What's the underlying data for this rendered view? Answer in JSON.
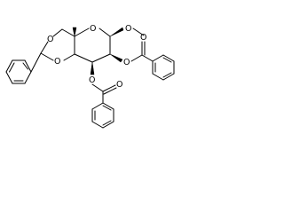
{
  "structure": {
    "atoms": {
      "ring_oxygen": "O",
      "methoxy_oxygen": "O",
      "acetal_oxygen_top": "O",
      "acetal_oxygen_bottom": "O",
      "ester_oxygen_right": "O",
      "carbonyl_oxygen_right": "O",
      "ester_oxygen_bottom": "O",
      "carbonyl_oxygen_bottom": "O"
    }
  }
}
